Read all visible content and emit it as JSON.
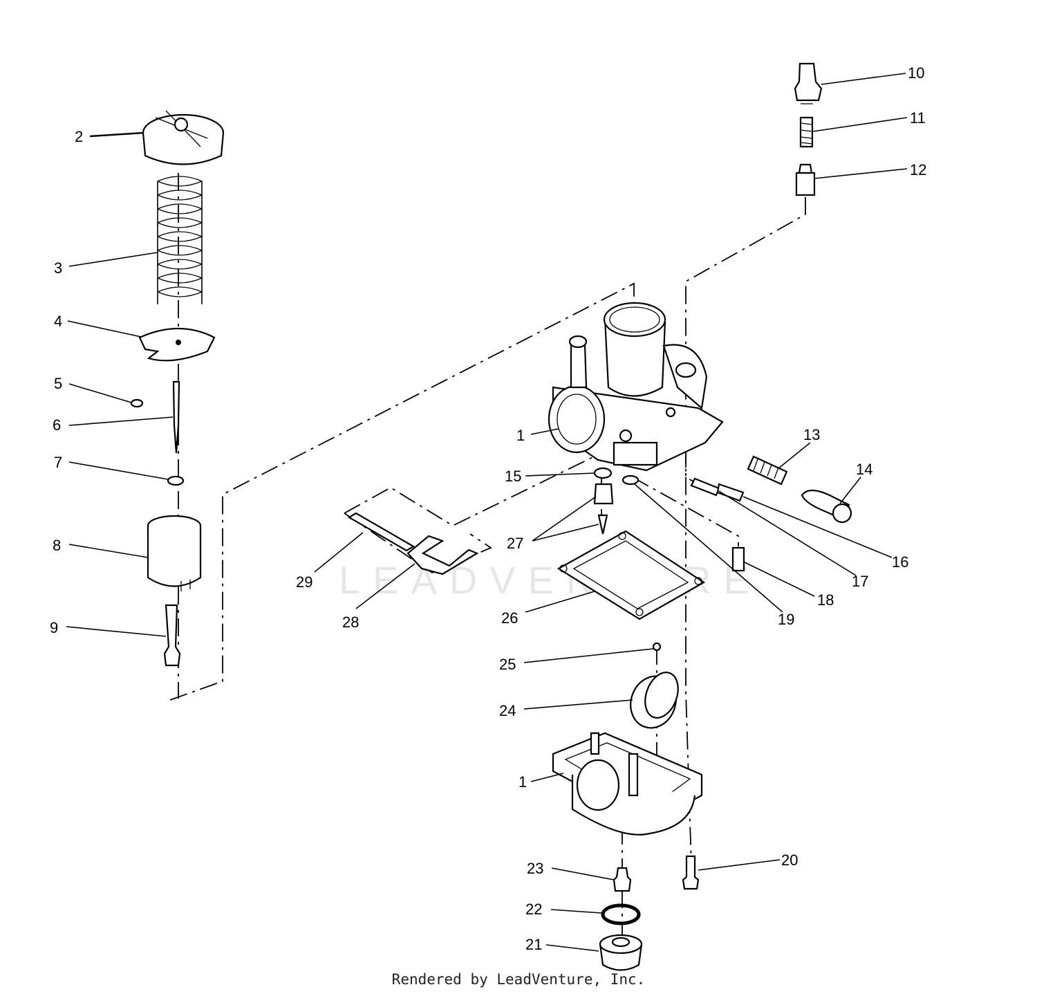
{
  "watermark": "LEADVENTURE",
  "footer": "Rendered by LeadVenture, Inc.",
  "callouts": [
    {
      "id": "2",
      "label": "2"
    },
    {
      "id": "3",
      "label": "3"
    },
    {
      "id": "4",
      "label": "4"
    },
    {
      "id": "5",
      "label": "5"
    },
    {
      "id": "6",
      "label": "6"
    },
    {
      "id": "7",
      "label": "7"
    },
    {
      "id": "8",
      "label": "8"
    },
    {
      "id": "9",
      "label": "9"
    },
    {
      "id": "10",
      "label": "10"
    },
    {
      "id": "11",
      "label": "11"
    },
    {
      "id": "12",
      "label": "12"
    },
    {
      "id": "1a",
      "label": "1"
    },
    {
      "id": "13",
      "label": "13"
    },
    {
      "id": "14",
      "label": "14"
    },
    {
      "id": "15",
      "label": "15"
    },
    {
      "id": "27",
      "label": "27"
    },
    {
      "id": "16",
      "label": "16"
    },
    {
      "id": "17",
      "label": "17"
    },
    {
      "id": "18",
      "label": "18"
    },
    {
      "id": "19",
      "label": "19"
    },
    {
      "id": "29",
      "label": "29"
    },
    {
      "id": "28",
      "label": "28"
    },
    {
      "id": "26",
      "label": "26"
    },
    {
      "id": "25",
      "label": "25"
    },
    {
      "id": "24",
      "label": "24"
    },
    {
      "id": "1b",
      "label": "1"
    },
    {
      "id": "20",
      "label": "20"
    },
    {
      "id": "23",
      "label": "23"
    },
    {
      "id": "22",
      "label": "22"
    },
    {
      "id": "21",
      "label": "21"
    }
  ]
}
